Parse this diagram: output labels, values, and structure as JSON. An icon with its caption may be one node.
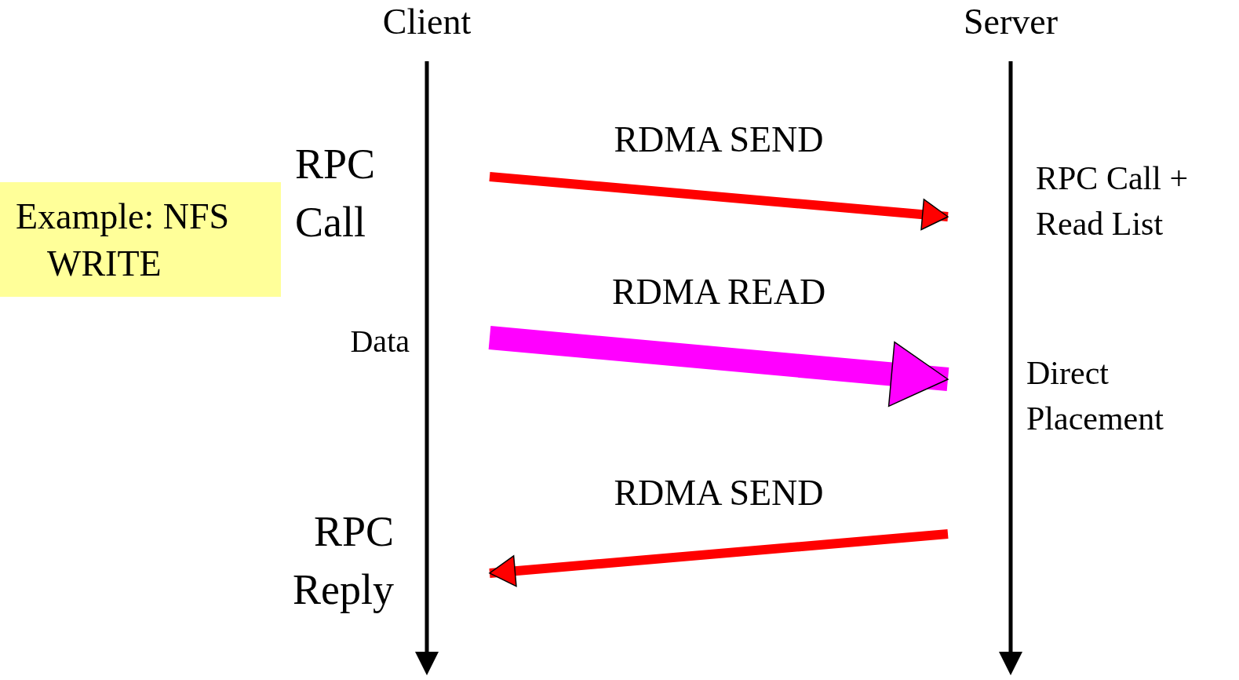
{
  "diagram": {
    "nodes": [
      {
        "text": [
          "Client"
        ]
      },
      {
        "text": [
          "Server"
        ]
      },
      {
        "text": [
          "Example: NFS WRITE"
        ]
      }
    ],
    "edges": [
      {
        "from": 0,
        "to": 1,
        "arrow": "to",
        "label": "RDMA SEND"
      },
      {
        "from": 0,
        "to": 1,
        "arrow": "to",
        "label": "RDMA READ",
        "style": "thick",
        "color": "#ff00ff"
      },
      {
        "from": 1,
        "to": 0,
        "arrow": "to",
        "label": "RDMA SEND"
      }
    ],
    "labels": [
      "RPC Call",
      "RPC Call + Read List",
      "Data",
      "Direct Placement",
      "RPC Reply"
    ]
  }
}
